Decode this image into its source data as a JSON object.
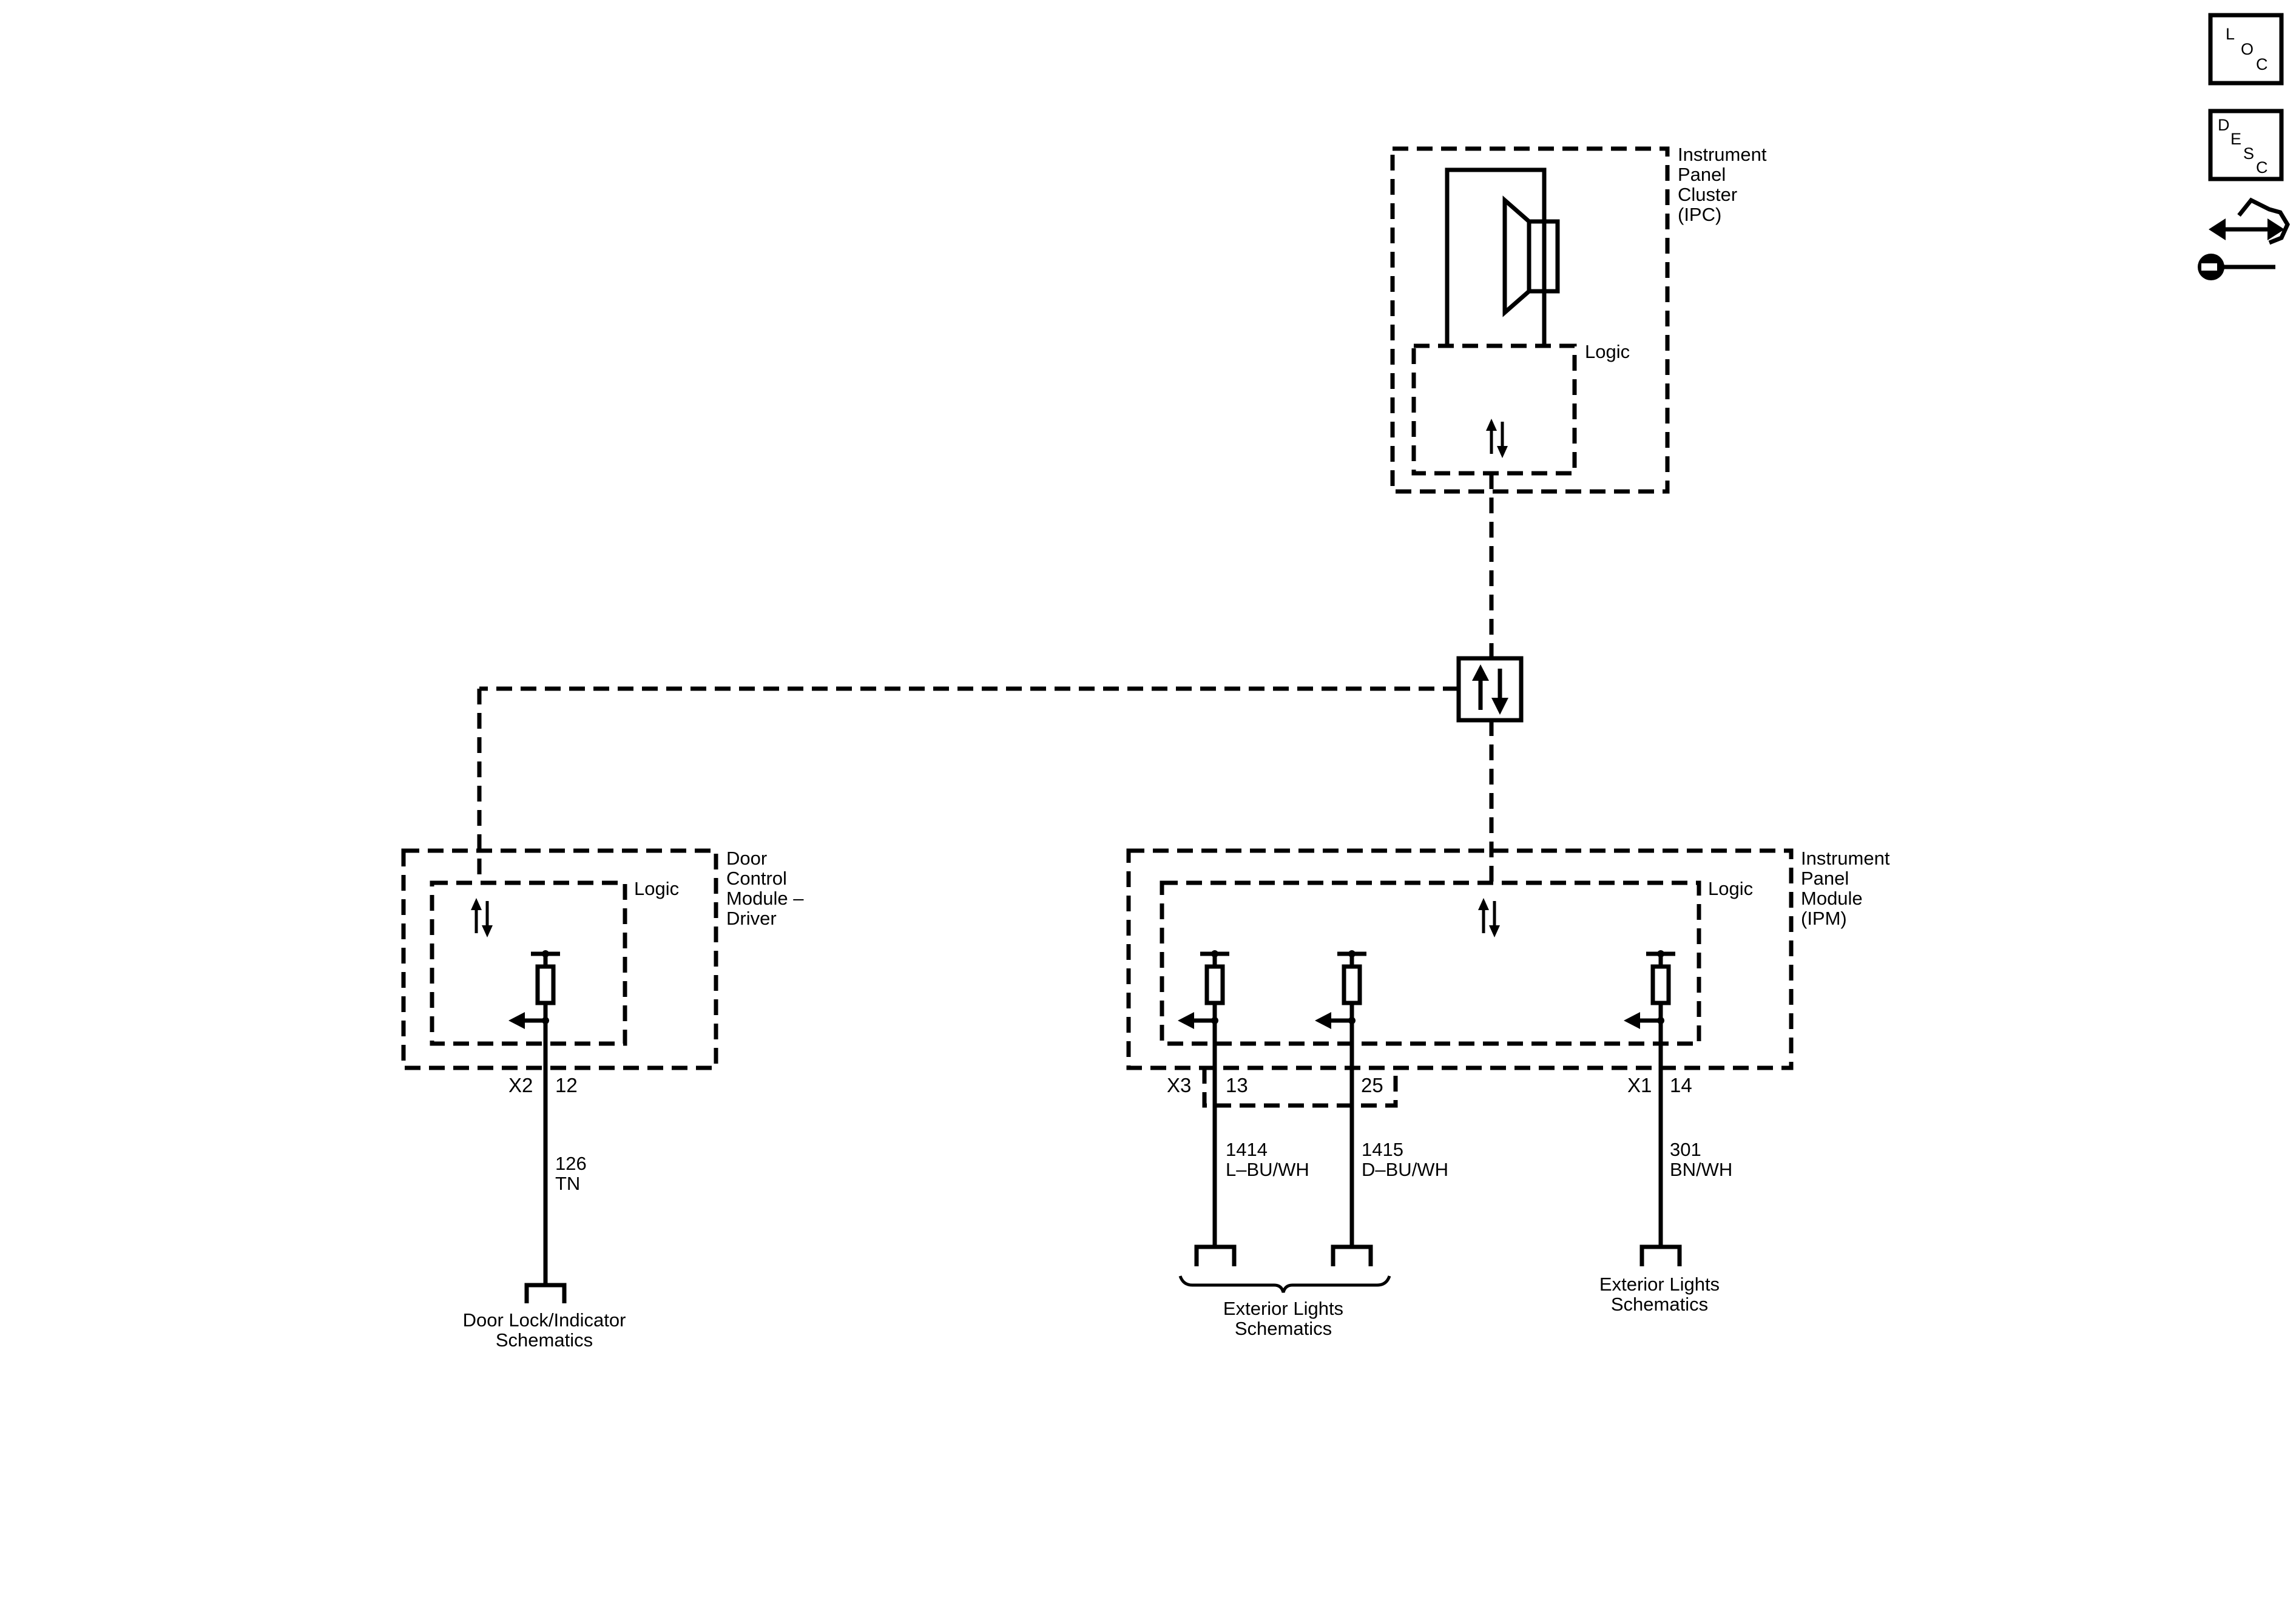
{
  "modules": {
    "ipc": {
      "label_lines": [
        "Instrument",
        "Panel",
        "Cluster",
        "(IPC)"
      ],
      "logic_label": "Logic"
    },
    "dcm": {
      "label_lines": [
        "Door",
        "Control",
        "Module –",
        "Driver"
      ],
      "logic_label": "Logic"
    },
    "ipm": {
      "label_lines": [
        "Instrument",
        "Panel",
        "Module",
        "(IPM)"
      ],
      "logic_label": "Logic"
    }
  },
  "connectors": {
    "dcm_connector": "X2",
    "ipm_x3": "X3",
    "ipm_x1": "X1"
  },
  "pins": {
    "dcm_12": "12",
    "ipm_13": "13",
    "ipm_25": "25",
    "ipm_14": "14"
  },
  "wires": [
    {
      "circuit": "126",
      "color": "TN"
    },
    {
      "circuit": "1414",
      "color": "L–BU/WH"
    },
    {
      "circuit": "1415",
      "color": "D–BU/WH"
    },
    {
      "circuit": "301",
      "color": "BN/WH"
    }
  ],
  "destinations": {
    "door_lock": [
      "Door Lock/Indicator",
      "Schematics"
    ],
    "exterior_a": [
      "Exterior Lights",
      "Schematics"
    ],
    "exterior_b": [
      "Exterior Lights",
      "Schematics"
    ]
  },
  "side_icons": {
    "loc": {
      "letters": [
        "L",
        "O",
        "C"
      ],
      "icon": "location-view-icon"
    },
    "desc": {
      "letters": [
        "D",
        "E",
        "S",
        "C"
      ],
      "icon": "description-icon"
    },
    "connector_tool": {
      "icon": "connector-repair-icon"
    }
  }
}
